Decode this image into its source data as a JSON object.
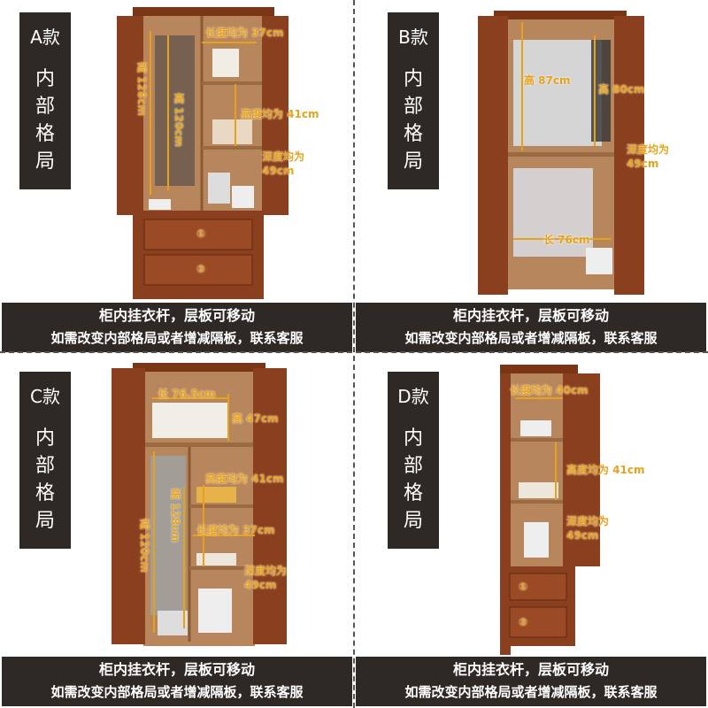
{
  "panels": [
    {
      "code": "A款",
      "vertical_label": "内部格局",
      "caption_line1": "柜内挂衣杆，层板可移动",
      "caption_line2": "如需改变内部格局或者增减隔板，联系客服",
      "annotations": [
        "长度均为 37cm",
        "高 128cm",
        "高 120cm",
        "高度均为 41cm",
        "深度均为",
        "49cm",
        "①",
        "②"
      ]
    },
    {
      "code": "B款",
      "vertical_label": "内部格局",
      "caption_line1": "柜内挂衣杆，层板可移动",
      "caption_line2": "如需改变内部格局或者增减隔板，联系客服",
      "annotations": [
        "高 87cm",
        "高 80cm",
        "深度均为",
        "49cm",
        "长 76cm"
      ]
    },
    {
      "code": "C款",
      "vertical_label": "内部格局",
      "caption_line1": "柜内挂衣杆，层板可移动",
      "caption_line2": "如需改变内部格局或者增减隔板，联系客服",
      "annotations": [
        "长 76.5cm",
        "高 47cm",
        "高度均为 41cm",
        "高 128cm",
        "高 120cm",
        "长度均为 37cm",
        "深度均为",
        "49cm"
      ]
    },
    {
      "code": "D款",
      "vertical_label": "内部格局",
      "caption_line1": "柜内挂衣杆，层板可移动",
      "caption_line2": "如需改变内部格局或者增减隔板，联系客服",
      "annotations": [
        "长度均为 40cm",
        "高度均为 41cm",
        "深度均为",
        "49cm",
        "①",
        "②"
      ]
    }
  ],
  "colors": {
    "wood": "#8a3f1e",
    "wood_dark": "#5e2a12",
    "interior": "#b8865c",
    "caption_bg": "#2f2926",
    "annotation": "#e8a21a"
  }
}
